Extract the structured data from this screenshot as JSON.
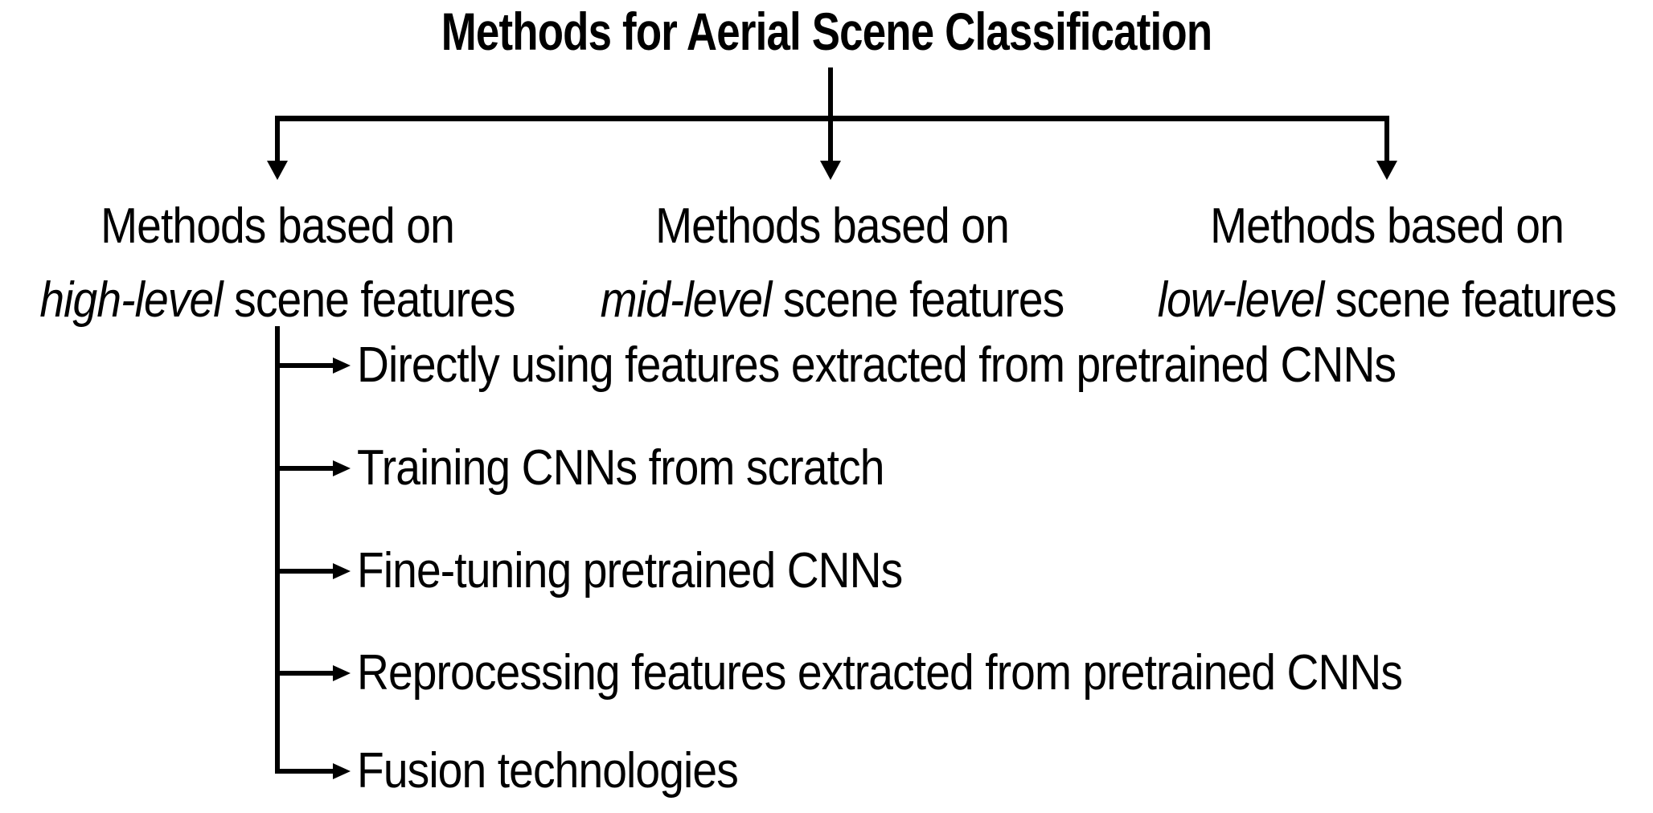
{
  "title": "Methods for Aerial Scene Classification",
  "branches": [
    {
      "line1": "Methods based on",
      "emphasis": "high-level",
      "line2_rest": " scene features"
    },
    {
      "line1": "Methods based on",
      "emphasis": "mid-level",
      "line2_rest": " scene features"
    },
    {
      "line1": "Methods based on",
      "emphasis": "low-level",
      "line2_rest": " scene features"
    }
  ],
  "high_level_methods": [
    "Directly using features extracted from pretrained CNNs",
    "Training CNNs from scratch",
    "Fine-tuning pretrained CNNs",
    "Reprocessing features extracted from pretrained CNNs",
    "Fusion technologies"
  ],
  "colors": {
    "ink": "#000000",
    "background": "#ffffff"
  }
}
